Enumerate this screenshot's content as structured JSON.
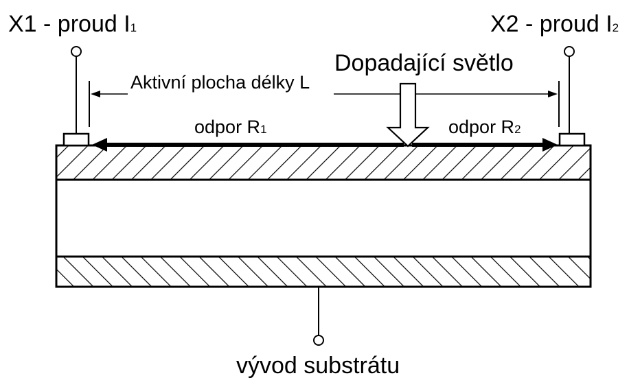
{
  "labels": {
    "x1_main": "X1 - proud I",
    "x1_sub": "1",
    "x2_main": "X2 - proud I",
    "x2_sub": "2",
    "incident_light": "Dopadající světlo",
    "active_area": "Aktivní plocha délky L",
    "r1_main": "odpor R",
    "r1_sub": "1",
    "r2_main": "odpor R",
    "r2_sub": "2",
    "substrate_lead": "vývod substrátu"
  },
  "colors": {
    "stroke": "#000000",
    "background": "#ffffff"
  },
  "icons": {
    "terminal": "open-circle-terminal",
    "light": "down-arrow-outline"
  }
}
